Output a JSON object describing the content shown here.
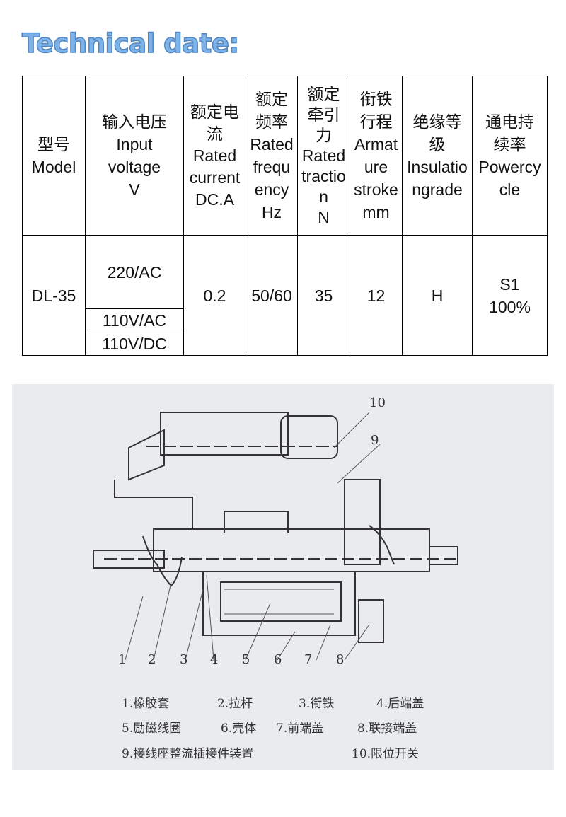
{
  "title": "Technical date:",
  "table": {
    "headers": [
      "型号\nModel",
      "输入电压\nInput\nvoltage\nV",
      "额定电\n流\nRated\ncurrent\nDC.A",
      "额定\n频率\nRated\nfrequ\nency\nHz",
      "额定\n牵引\n力\nRated\ntractio\nn\nN",
      "衔铁\n行程\nArmat\nure\nstroke\nmm",
      "绝缘等\n级\nInsulatio\nngrade",
      "通电持\n续率\nPowercy\ncle"
    ],
    "row": {
      "model": "DL-35",
      "voltages": [
        "220/AC",
        "110V/AC",
        "110V/DC"
      ],
      "current": "0.2",
      "frequency": "50/60",
      "traction": "35",
      "stroke": "12",
      "insulation": "H",
      "duty": "S1\n100%"
    }
  },
  "drawing": {
    "callouts": [
      "1",
      "2",
      "3",
      "4",
      "5",
      "6",
      "7",
      "8",
      "9",
      "10"
    ],
    "legend": [
      "1.橡胶套",
      "2.拉杆",
      "3.衔铁",
      "4.后端盖",
      "5.励磁线圈",
      "6.壳体",
      "7.前端盖",
      "8.联接端盖",
      "9.接线座整流插接件装置",
      "10.限位开关"
    ]
  }
}
